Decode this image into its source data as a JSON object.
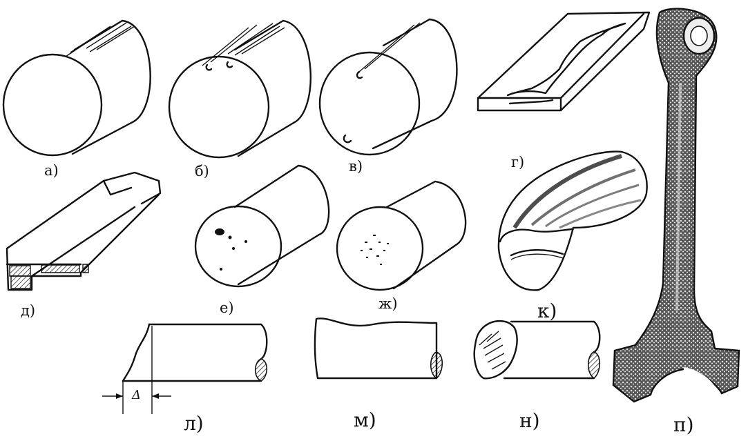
{
  "figures": [
    {
      "id": "a",
      "label": "а)"
    },
    {
      "id": "b",
      "label": "б)"
    },
    {
      "id": "v",
      "label": "в)"
    },
    {
      "id": "g",
      "label": "г)"
    },
    {
      "id": "d",
      "label": "д)"
    },
    {
      "id": "e",
      "label": "е)"
    },
    {
      "id": "zh",
      "label": "ж)"
    },
    {
      "id": "k",
      "label": "к)"
    },
    {
      "id": "l",
      "label": "л)",
      "dimension_label": "Δ"
    },
    {
      "id": "m",
      "label": "м)"
    },
    {
      "id": "n",
      "label": "н)"
    },
    {
      "id": "p",
      "label": "п)"
    }
  ],
  "colors": {
    "line": "#111111",
    "background": "#ffffff"
  }
}
